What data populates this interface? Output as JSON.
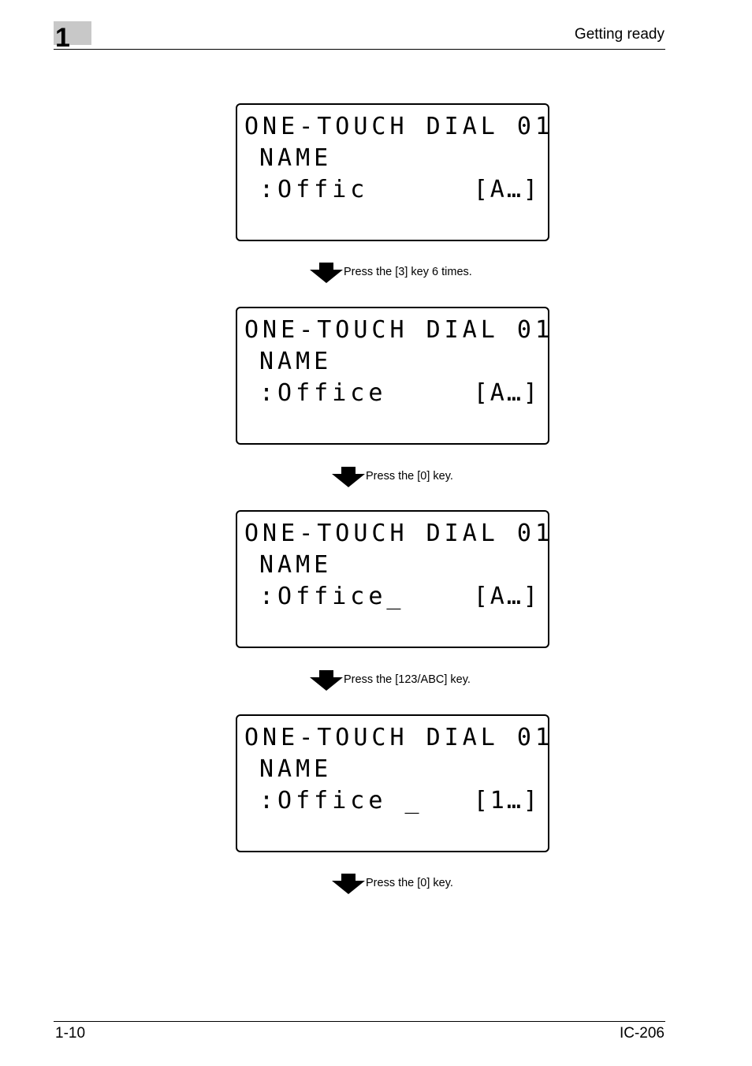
{
  "header": {
    "chapter_number": "1",
    "title": "Getting ready"
  },
  "screens": [
    {
      "line1": "ONE-TOUCH DIAL 01",
      "line2": "NAME",
      "line3": ":Offic",
      "mode": "[A…]"
    },
    {
      "line1": "ONE-TOUCH DIAL 01",
      "line2": "NAME",
      "line3": ":Office",
      "mode": "[A…]"
    },
    {
      "line1": "ONE-TOUCH DIAL 01",
      "line2": "NAME",
      "line3": ":Office_",
      "mode": "[A…]"
    },
    {
      "line1": "ONE-TOUCH DIAL 01",
      "line2": "NAME",
      "line3": ":Office _",
      "mode": "[1…]"
    }
  ],
  "steps": [
    {
      "icon": "down-arrow-icon",
      "text": "Press the [3] key 6 times."
    },
    {
      "icon": "down-arrow-icon",
      "text": "Press the [0] key."
    },
    {
      "icon": "down-arrow-icon",
      "text": "Press the [123/ABC] key."
    },
    {
      "icon": "down-arrow-icon",
      "text": "Press the [0] key."
    }
  ],
  "footer": {
    "page_number": "1-10",
    "model": "IC-206"
  }
}
